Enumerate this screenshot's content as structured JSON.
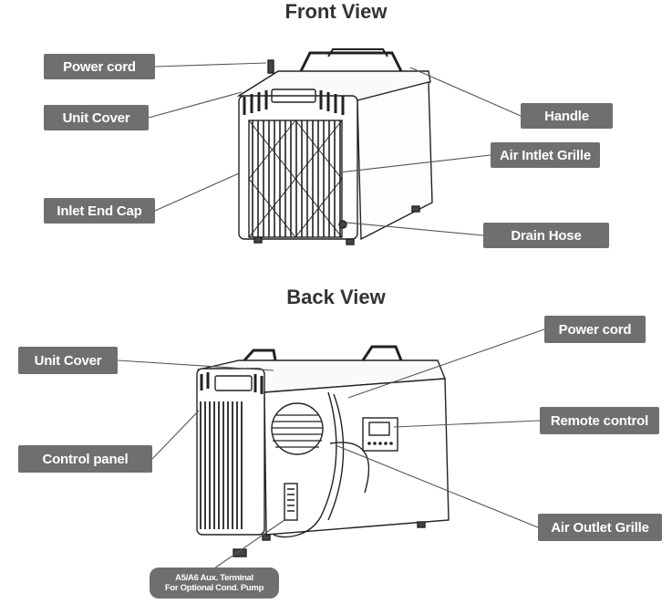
{
  "front_view": {
    "title": "Front View",
    "labels": {
      "power_cord": "Power cord",
      "unit_cover": "Unit Cover",
      "inlet_end_cap": "Inlet End Cap",
      "handle": "Handle",
      "air_inlet_grille": "Air Intlet Grille",
      "drain_hose": "Drain Hose"
    }
  },
  "back_view": {
    "title": "Back View",
    "labels": {
      "unit_cover": "Unit Cover",
      "control_panel": "Control panel",
      "power_cord": "Power cord",
      "remote_control": "Remote control",
      "air_outlet_grille": "Air Outlet Grille",
      "aux_terminal_line1": "A5/A6 Aux. Terminal",
      "aux_terminal_line2": "For Optional Cond. Pump"
    }
  },
  "colors": {
    "label_bg": "#6f6f6f",
    "label_text": "#ffffff",
    "line": "#555555"
  }
}
